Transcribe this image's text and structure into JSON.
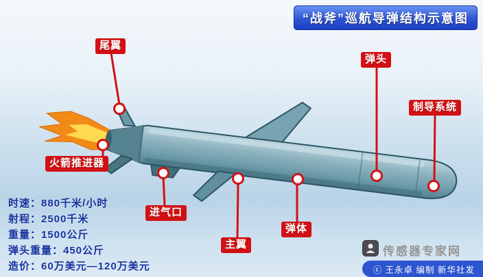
{
  "title": "“战斧”巡航导弹结构示意图",
  "labels": {
    "tail_fin": "尾翼",
    "warhead": "弹头",
    "guidance_system": "制导系统",
    "rocket_booster": "火箭推进器",
    "air_intake": "进气口",
    "main_wing": "主翼",
    "missile_body": "弹体"
  },
  "specs": {
    "lines": [
      "时速：880千米/小时",
      "射程：2500千米",
      "重量：1500公斤",
      "弹头重量：450公斤",
      "造价：60万美元—120万美元"
    ]
  },
  "credit": "ⓒ 王永卓 编制 新华社发",
  "watermark": "传感器专家网",
  "colors": {
    "label_red": "#d21114",
    "title_blue": "#2247c4",
    "credit_blue": "#2c55cf",
    "spec_blue": "#16339f"
  }
}
